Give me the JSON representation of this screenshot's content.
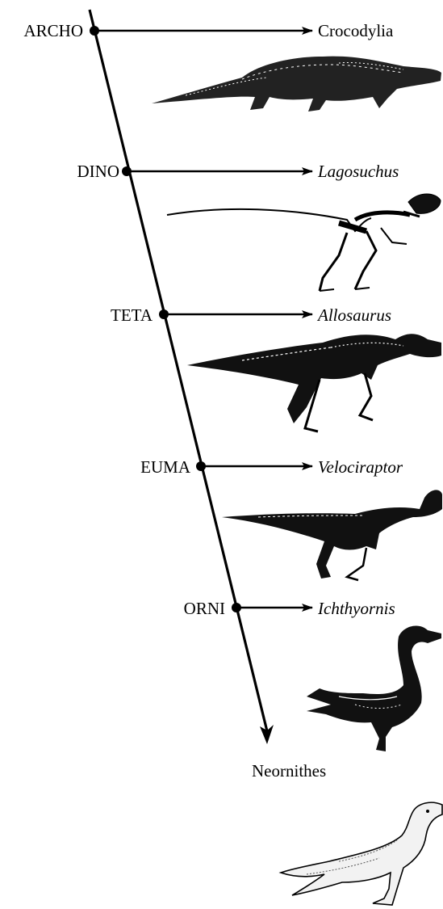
{
  "nodes": [
    {
      "id": "archo",
      "label": "ARCHO",
      "taxon": "Crocodylia",
      "italic": false,
      "animal": "crocodile-illustration"
    },
    {
      "id": "dino",
      "label": "DINO",
      "taxon": "Lagosuchus",
      "italic": true,
      "animal": "lagosuchus-skeleton"
    },
    {
      "id": "teta",
      "label": "TETA",
      "taxon": "Allosaurus",
      "italic": true,
      "animal": "allosaurus-skeleton"
    },
    {
      "id": "euma",
      "label": "EUMA",
      "taxon": "Velociraptor",
      "italic": true,
      "animal": "velociraptor-skeleton"
    },
    {
      "id": "orni",
      "label": "ORNI",
      "taxon": "Ichthyornis",
      "italic": true,
      "animal": "ichthyornis-skeleton"
    }
  ],
  "terminal": {
    "label": "Neornithes",
    "animal": "seabird-illustration"
  },
  "colors": {
    "ink": "#000000",
    "background": "#ffffff"
  }
}
